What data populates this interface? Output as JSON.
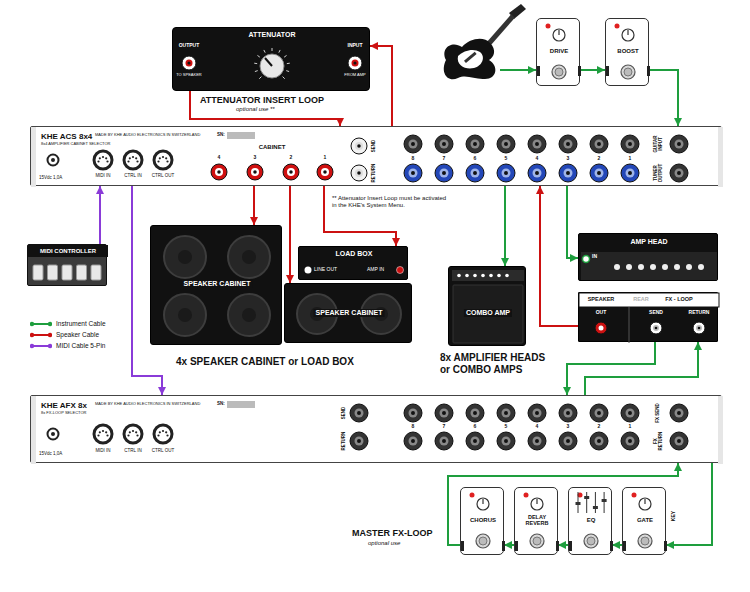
{
  "diagram": {
    "nodes": [
      {
        "text": [
          "ATTENUATOR",
          "OUTPUT",
          "TO SPEAKER",
          "INPUT",
          "FROM AMP"
        ]
      },
      {
        "text": [
          "DRIVE"
        ]
      },
      {
        "text": [
          "BOOST"
        ]
      },
      {
        "text": [
          "KHE ACS 8x4",
          "8x4 AMPLIFIER CABINET SELECTOR",
          "MADE BY KHE AUDIO ELECTRONICS IN SWITZERLAND",
          "SN:",
          "15Vdc 1,0A",
          "MIDI IN",
          "CTRL IN",
          "CTRL OUT",
          "CABINET",
          "4",
          "3",
          "2",
          "1",
          "SEND",
          "RETURN",
          "8",
          "7",
          "6",
          "5",
          "4",
          "3",
          "2",
          "1",
          "GUITAR INPUT",
          "TUNER OUTPUT"
        ]
      },
      {
        "text": [
          "MIDI CONTROLLER"
        ]
      },
      {
        "text": [
          "SPEAKER CABINET"
        ]
      },
      {
        "text": [
          "LOAD BOX",
          "LINE OUT",
          "AMP IN"
        ]
      },
      {
        "text": [
          "SPEAKER CABINET"
        ]
      },
      {
        "text": [
          "COMBO AMP"
        ]
      },
      {
        "text": [
          "AMP HEAD",
          "IN"
        ]
      },
      {
        "text": [
          "SPEAKER",
          "REAR",
          "FX - LOOP",
          "OUT",
          "SEND",
          "RETURN"
        ]
      },
      {
        "text": [
          "KHE AFX 8x",
          "8x FX-LOOP SELECTOR",
          "MADE BY KHE AUDIO ELECTRONICS IN SWITZERLAND",
          "SN:",
          "15Vdc 1,0A",
          "MIDI IN",
          "CTRL IN",
          "CTRL OUT",
          "SEND",
          "RETURN",
          "8",
          "7",
          "6",
          "5",
          "4",
          "3",
          "2",
          "1",
          "FX SEND",
          "FX RETURN"
        ]
      },
      {
        "text": [
          "CHORUS"
        ]
      },
      {
        "text": [
          "DELAY REVERB"
        ]
      },
      {
        "text": [
          "EQ"
        ]
      },
      {
        "text": [
          "GATE",
          "KEY"
        ]
      }
    ],
    "edges": [
      {
        "from": 1,
        "to": 2,
        "arrow": "to"
      },
      {
        "from": 2,
        "to": 3,
        "arrow": "to"
      },
      {
        "from": 0,
        "to": 3,
        "arrow": "to"
      },
      {
        "from": 3,
        "to": 0,
        "arrow": "to"
      },
      {
        "from": 3,
        "to": 5,
        "arrow": "to"
      },
      {
        "from": 3,
        "to": 7,
        "arrow": "to"
      },
      {
        "from": 3,
        "to": 6,
        "arrow": "to"
      },
      {
        "from": 4,
        "to": 3,
        "arrow": "to"
      },
      {
        "from": 3,
        "to": 11,
        "arrow": "to"
      },
      {
        "from": 3,
        "to": 8,
        "arrow": "to"
      },
      {
        "from": 3,
        "to": 9,
        "arrow": "to"
      },
      {
        "from": 10,
        "to": 3,
        "arrow": "to"
      },
      {
        "from": 10,
        "to": 11,
        "arrow": "to"
      },
      {
        "from": 11,
        "to": 10,
        "arrow": "to"
      },
      {
        "from": 11,
        "to": 15,
        "arrow": "to"
      },
      {
        "from": 15,
        "to": 14,
        "arrow": "to"
      },
      {
        "from": 14,
        "to": 13,
        "arrow": "to"
      },
      {
        "from": 13,
        "to": 12,
        "arrow": "to"
      },
      {
        "from": 12,
        "to": 11,
        "arrow": "to"
      }
    ],
    "labels": [
      "ATTENUATOR INSERT LOOP",
      "optional use **",
      "** Attenuator Insert Loop must be activated in the KHE's System Menu.",
      "4x SPEAKER CABINET or LOAD BOX",
      "8x AMPLIFIER HEADS or COMBO AMPS",
      "MASTER FX-LOOP",
      "optional use"
    ],
    "legend": [
      {
        "text": "Instrument Cable"
      },
      {
        "text": "Speaker Cable"
      },
      {
        "text": "MIDI Cable 5-Pin"
      }
    ]
  }
}
